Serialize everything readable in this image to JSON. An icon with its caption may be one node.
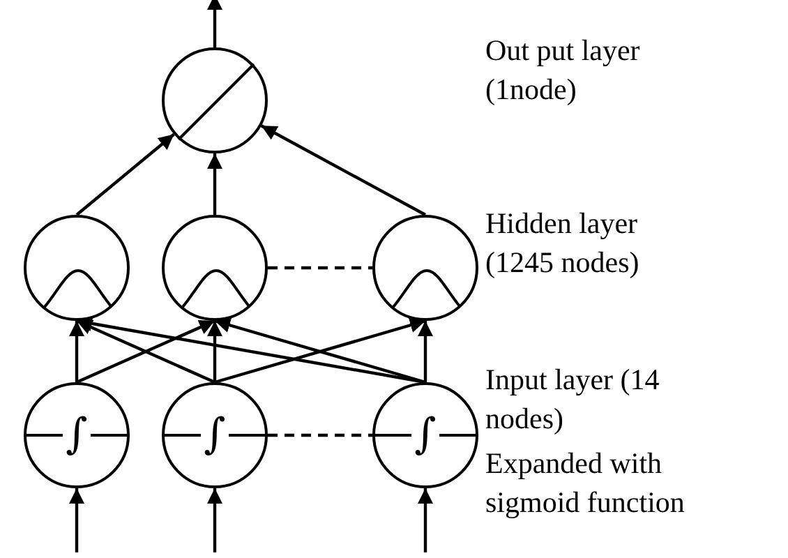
{
  "diagram": {
    "nodes": [
      {
        "text": [],
        "shape": "circle"
      },
      {
        "text": [],
        "shape": "circle"
      },
      {
        "text": [],
        "shape": "circle"
      },
      {
        "text": [],
        "shape": "circle"
      },
      {
        "text": [
          "∫"
        ]
      },
      {
        "text": [
          "∫"
        ]
      },
      {
        "text": [
          "∫"
        ]
      }
    ],
    "edges": [
      {
        "from": 0,
        "to": null,
        "arrow": "to"
      },
      {
        "from": 1,
        "to": 0,
        "arrow": "to"
      },
      {
        "from": 2,
        "to": 0,
        "arrow": "to"
      },
      {
        "from": 3,
        "to": 0,
        "arrow": "to"
      },
      {
        "from": 2,
        "to": 3,
        "arrow": "none",
        "style": "dashed"
      },
      {
        "from": 4,
        "to": 1,
        "arrow": "to"
      },
      {
        "from": 4,
        "to": 2,
        "arrow": "to"
      },
      {
        "from": 5,
        "to": 1,
        "arrow": "to"
      },
      {
        "from": 5,
        "to": 2,
        "arrow": "to"
      },
      {
        "from": 5,
        "to": 3,
        "arrow": "to"
      },
      {
        "from": 6,
        "to": 1,
        "arrow": "to"
      },
      {
        "from": 6,
        "to": 2,
        "arrow": "to"
      },
      {
        "from": 6,
        "to": 3,
        "arrow": "to"
      },
      {
        "from": 5,
        "to": 6,
        "arrow": "none",
        "style": "dashed"
      },
      {
        "from": null,
        "to": 4,
        "arrow": "to"
      },
      {
        "from": null,
        "to": 5,
        "arrow": "to"
      },
      {
        "from": null,
        "to": 6,
        "arrow": "to"
      }
    ],
    "labels": [
      "Out put layer (1node)",
      "Hidden layer (1245 nodes)",
      "Input layer (14 nodes)",
      "Expanded with sigmoid function"
    ]
  }
}
